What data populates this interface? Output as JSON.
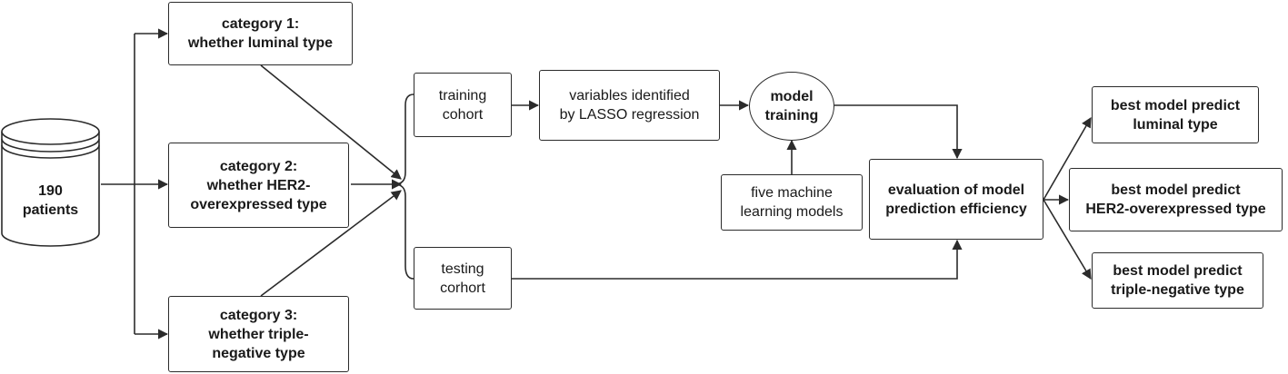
{
  "patients": {
    "line1": "190",
    "line2": "patients"
  },
  "category1": {
    "line1": "category 1:",
    "line2": "whether luminal type"
  },
  "category2": {
    "line1": "category 2:",
    "line2": "whether HER2-",
    "line3": "overexpressed type"
  },
  "category3": {
    "line1": "category 3:",
    "line2": "whether triple-",
    "line3": "negative type"
  },
  "training": {
    "line1": "training",
    "line2": "cohort"
  },
  "testing": {
    "line1": "testing",
    "line2": "corhort"
  },
  "lasso": {
    "line1": "variables identified",
    "line2": "by LASSO regression"
  },
  "model_training": {
    "line1": "model",
    "line2": "training"
  },
  "ml_models": {
    "line1": "five machine",
    "line2": "learning models"
  },
  "evaluation": {
    "line1": "evaluation of model",
    "line2": "prediction efficiency"
  },
  "result1": {
    "line1": "best model predict",
    "line2": "luminal type"
  },
  "result2": {
    "line1": "best model predict",
    "line2": "HER2-overexpressed type"
  },
  "result3": {
    "line1": "best model predict",
    "line2": "triple-negative type"
  },
  "colors": {
    "line": "#2b2b2b",
    "text": "#1a1a1a",
    "background": "#ffffff"
  }
}
